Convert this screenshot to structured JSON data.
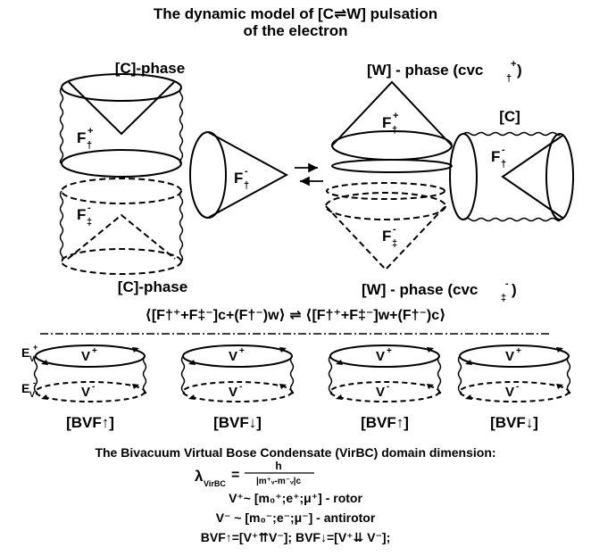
{
  "title_line1": "The dynamic model of [C⇌W] pulsation",
  "title_line2": "of the electron",
  "labels": {
    "c_phase_top": "[C]-phase",
    "c_phase_bottom": "[C]-phase",
    "w_phase_top_base": "[W] - phase (cvc",
    "w_phase_top_sub": "†",
    "w_phase_top_sup": "+",
    "w_phase_top_end": ")",
    "w_phase_bottom_base": "[W] - phase (cvc",
    "w_phase_bottom_sub": "‡",
    "w_phase_bottom_sup": "-",
    "w_phase_bottom_end": ")",
    "c_right": "[C]",
    "F": "F"
  },
  "symbols": {
    "up": "†",
    "down": "‡",
    "plus": "+",
    "minus": "-"
  },
  "equation": "⟨[F†⁺+F‡⁻]c+(F†⁻)w⟩ ⇌ ⟨[F†⁺+F‡⁻]w+(F†⁻)c⟩",
  "bvf": {
    "e_plus": "E",
    "e_minus": "E",
    "v_sub": "V",
    "cell_v": "V",
    "labels": [
      "[BVF↑]",
      "[BVF↓]",
      "[BVF↑]",
      "[BVF↓]"
    ]
  },
  "footer": {
    "line1": "The Bivacuum Virtual Bose Condensate (VirBC) domain dimension:",
    "lambda": "λ",
    "lambda_sub": "VirBC",
    "eq": "=",
    "num": "h",
    "den": "|m⁺ᵥ-m⁻ᵥ|c",
    "line3": "V⁺~ [m₀⁺;e⁺;μ⁺] - rotor",
    "line4": "V⁻ ~ [m₀⁻;e⁻;μ⁻] - antirotor",
    "line5": "BVF↑=[V⁺⇈V⁻];  BVF↓=[V⁺⇊ V⁻];"
  }
}
